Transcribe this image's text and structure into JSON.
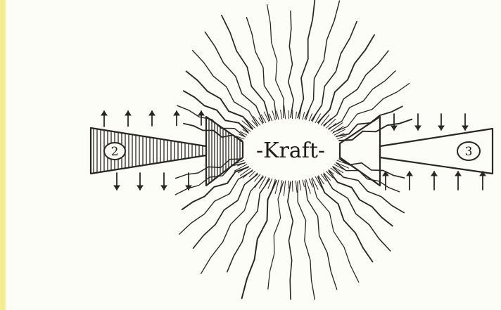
{
  "center": {
    "label": "-Kraft-"
  },
  "left_cone": {
    "number": "2"
  },
  "right_cone": {
    "number": "3"
  },
  "colors": {
    "paper": "#fdfdf8",
    "ink": "#2a2622",
    "edge_strip": "#f3ea86"
  }
}
